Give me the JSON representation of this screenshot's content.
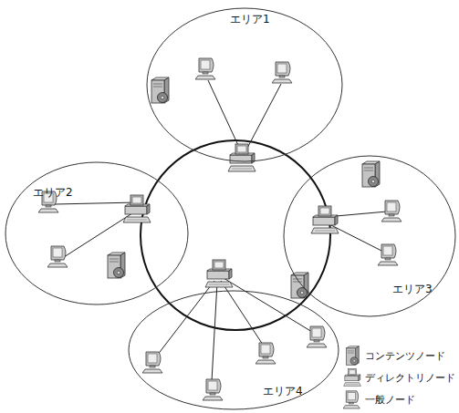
{
  "diagram": {
    "nodes": [
      {
        "text": [
          "エリア1"
        ]
      },
      {
        "text": [
          "エリア2"
        ]
      },
      {
        "text": [
          "エリア3"
        ]
      },
      {
        "text": [
          "エリア4"
        ]
      }
    ],
    "legend": [
      {
        "text": "コンテンツノード"
      },
      {
        "text": "ディレクトリノード"
      },
      {
        "text": "一般ノード"
      }
    ]
  }
}
